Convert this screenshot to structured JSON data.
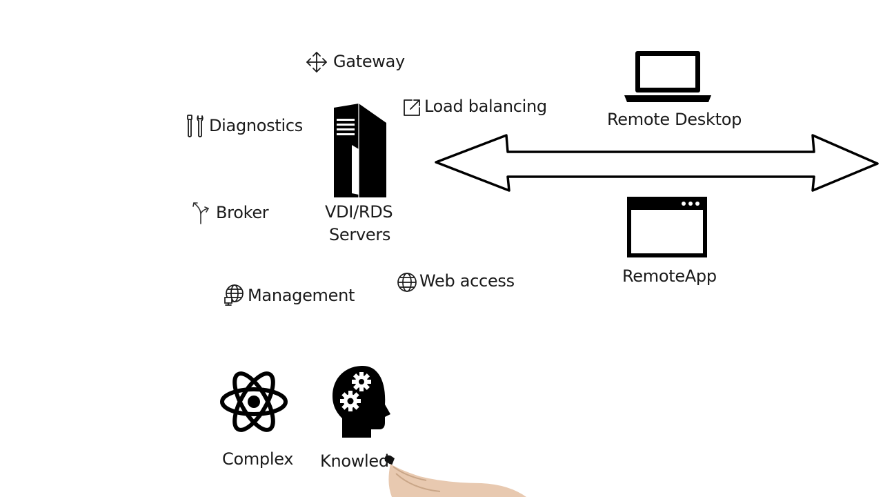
{
  "colors": {
    "ink": "#000000",
    "text": "#1a1a1a",
    "background": "#ffffff",
    "skin": "#e8c9b0"
  },
  "features": {
    "gateway": {
      "label": "Gateway",
      "icon": "move-arrows-icon"
    },
    "load_balancing": {
      "label": "Load balancing",
      "icon": "external-link-icon"
    },
    "diagnostics": {
      "label": "Diagnostics",
      "icon": "tools-icon"
    },
    "broker": {
      "label": "Broker",
      "icon": "fork-arrow-icon"
    },
    "management": {
      "label": "Management",
      "icon": "globe-monitor-icon"
    },
    "web_access": {
      "label": "Web access",
      "icon": "globe-icon"
    }
  },
  "server": {
    "label_line1": "VDI/RDS",
    "label_line2": "Servers",
    "icon": "server-tower-icon"
  },
  "clients": {
    "remote_desktop": {
      "label": "Remote Desktop",
      "icon": "laptop-icon"
    },
    "remote_app": {
      "label": "RemoteApp",
      "icon": "app-window-icon"
    }
  },
  "connection": {
    "icon": "double-arrow-icon"
  },
  "traits": {
    "complex": {
      "label": "Complex",
      "icon": "atom-icon"
    },
    "knowledge": {
      "label": "Knowled",
      "icon": "head-gears-icon"
    }
  },
  "hand": {
    "icon": "drawing-hand-icon"
  }
}
